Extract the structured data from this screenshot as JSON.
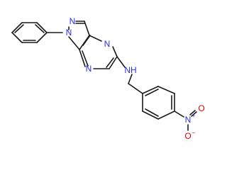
{
  "molecule": {
    "atom_labels": {
      "pyrazole_n1": "N",
      "pyrazole_n2": "N",
      "pyrazine_n4": "N",
      "pyrazine_n7": "N",
      "amine": "NH",
      "nitro_n": "N",
      "nitro_o_top": "O",
      "nitro_o_bottom": "O"
    },
    "charges": {
      "nitro_n": "+",
      "nitro_o_bottom": "−"
    },
    "colors": {
      "bond": "#1a1a1a",
      "nitrogen": "#2a2af0",
      "oxygen": "#e00000"
    }
  }
}
